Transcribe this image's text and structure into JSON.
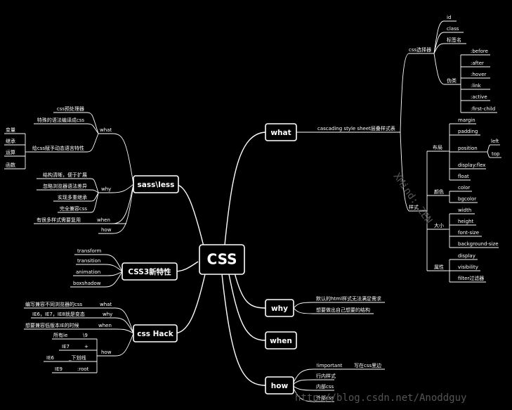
{
  "center": "CSS",
  "branches": {
    "what": "what",
    "why": "why",
    "when": "when",
    "how": "how",
    "sass": "sass\\less",
    "css3": "CSS3新特性",
    "hack": "css Hack"
  },
  "what": {
    "definition": "cascading style sheet层叠样式表",
    "selector": "css选择器",
    "selector_items": [
      "id",
      "class",
      "标签名"
    ],
    "pseudo": "伪类",
    "pseudo_items": [
      ":before",
      ":after",
      ":hover",
      ":link",
      ":active",
      ":first-child"
    ],
    "style": "样式",
    "layout": "布局",
    "layout_items": [
      "margin",
      "padding",
      "position",
      "display:flex",
      "float"
    ],
    "position_items": [
      "left",
      "top"
    ],
    "color": "颜色",
    "color_items": [
      "color",
      "bgcolor"
    ],
    "size": "大小",
    "size_items": [
      "width",
      "height",
      "font-size",
      "background-size"
    ],
    "attr": "属性",
    "attr_items": [
      "display",
      "visibility",
      "filter过滤器"
    ]
  },
  "why": {
    "items": [
      "默认的html样式无法满足需求",
      "想要做出自己想要的结构"
    ]
  },
  "how": {
    "important": "!important",
    "important_note": "写在css里边",
    "items": [
      "行内样式",
      "内部css",
      "外部css"
    ]
  },
  "sass": {
    "what": "what",
    "what_items": [
      "css预处理器",
      "特殊的语法编译成css",
      "给css赋予动态语言特性"
    ],
    "dynamic_items": [
      "变量",
      "继承",
      "运算",
      "函数"
    ],
    "why": "why",
    "why_items": [
      "结构清晰，便于扩展",
      "忽略浏览器语法差异",
      "实现多重继承",
      "完全兼容css"
    ],
    "when": "when",
    "when_text": "有很多样式需要复用",
    "how": "how"
  },
  "css3": {
    "items": [
      "transform",
      "transition",
      "animation",
      "boxshadow"
    ]
  },
  "hack": {
    "what": "what",
    "what_text": "编写兼容不同浏览器的css",
    "why": "why",
    "why_text": "IE6，IE7，IE8就是变态",
    "when": "when",
    "when_text": "想要兼容低版本IE的时候",
    "how": "how",
    "how_rows": [
      {
        "browser": "所有ie",
        "mark": "\\9"
      },
      {
        "browser": "IE7",
        "mark": "+"
      },
      {
        "browser": "IE6",
        "mark": "_下划线"
      },
      {
        "browser": "IE9",
        "mark": ":root"
      }
    ]
  },
  "watermark": "http://blog.csdn.net/Anoddguy",
  "watermark2": "XMind: ZEN"
}
